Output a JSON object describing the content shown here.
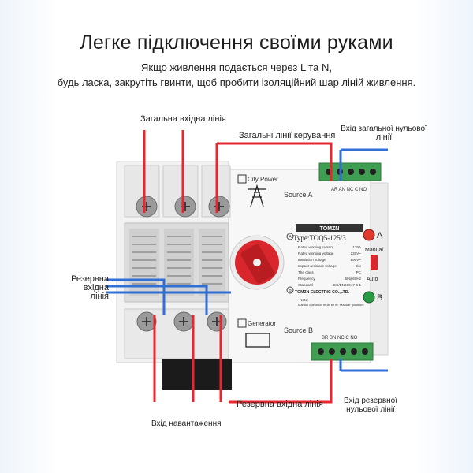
{
  "header": {
    "title": "Легке підключення своїми руками",
    "subtitle_line1": "Якщо живлення подається через L та N,",
    "subtitle_line2": "будь ласка, закрутіть гвинти, щоб пробити ізоляційний шар ліній живлення."
  },
  "callouts": {
    "main_input_line": "Загальна вхідна лінія",
    "control_lines": "Загальні лінії керування",
    "main_neutral_line1": "Вхід загальної нульової",
    "main_neutral_line2": "лінії",
    "backup_input_left1": "Резервна",
    "backup_input_left2": "вхідна",
    "backup_input_left3": "лінія",
    "backup_input_bottom": "Резервна вхідна лінія",
    "load_input": "Вхід навантаження",
    "backup_neutral_line1": "Вхід резервної",
    "backup_neutral_line2": "нульової лінії"
  },
  "device": {
    "brand": "TOMZN",
    "type": "Type:TOQ5-125/3",
    "city_power_label": "City Power",
    "source_a": "Source A",
    "generator_label": "Generator",
    "source_b": "Source B",
    "terminals_top": "AR AN NC C NO",
    "terminals_bottom": "BR BN NC C NO",
    "indicator_a": "A",
    "indicator_b": "B",
    "mode_manual": "Manual",
    "mode_auto": "Auto",
    "badge_a": "A",
    "badge_b": "B",
    "spec_rows": [
      {
        "label": "Rated working current",
        "value": "125A"
      },
      {
        "label": "Rated working voltage",
        "value": "230V~"
      },
      {
        "label": "Insulation voltage",
        "value": "690V~"
      },
      {
        "label": "Impact-resistant voltage",
        "value": "8kv"
      },
      {
        "label": "The class",
        "value": "PC"
      },
      {
        "label": "Frequency",
        "value": "50@60Hz"
      },
      {
        "label": "Standard",
        "value": "IEC/EN60947-6-1"
      }
    ],
    "company": "TOMZN ELECTRIC CO.,LTD.",
    "note_title": "Note:",
    "note_text": "Manual operation must be in \"Manual\" position!"
  },
  "colors": {
    "red_wire": "#e8262f",
    "blue_wire": "#2f6fd6",
    "switch_red": "#d8262c"
  }
}
